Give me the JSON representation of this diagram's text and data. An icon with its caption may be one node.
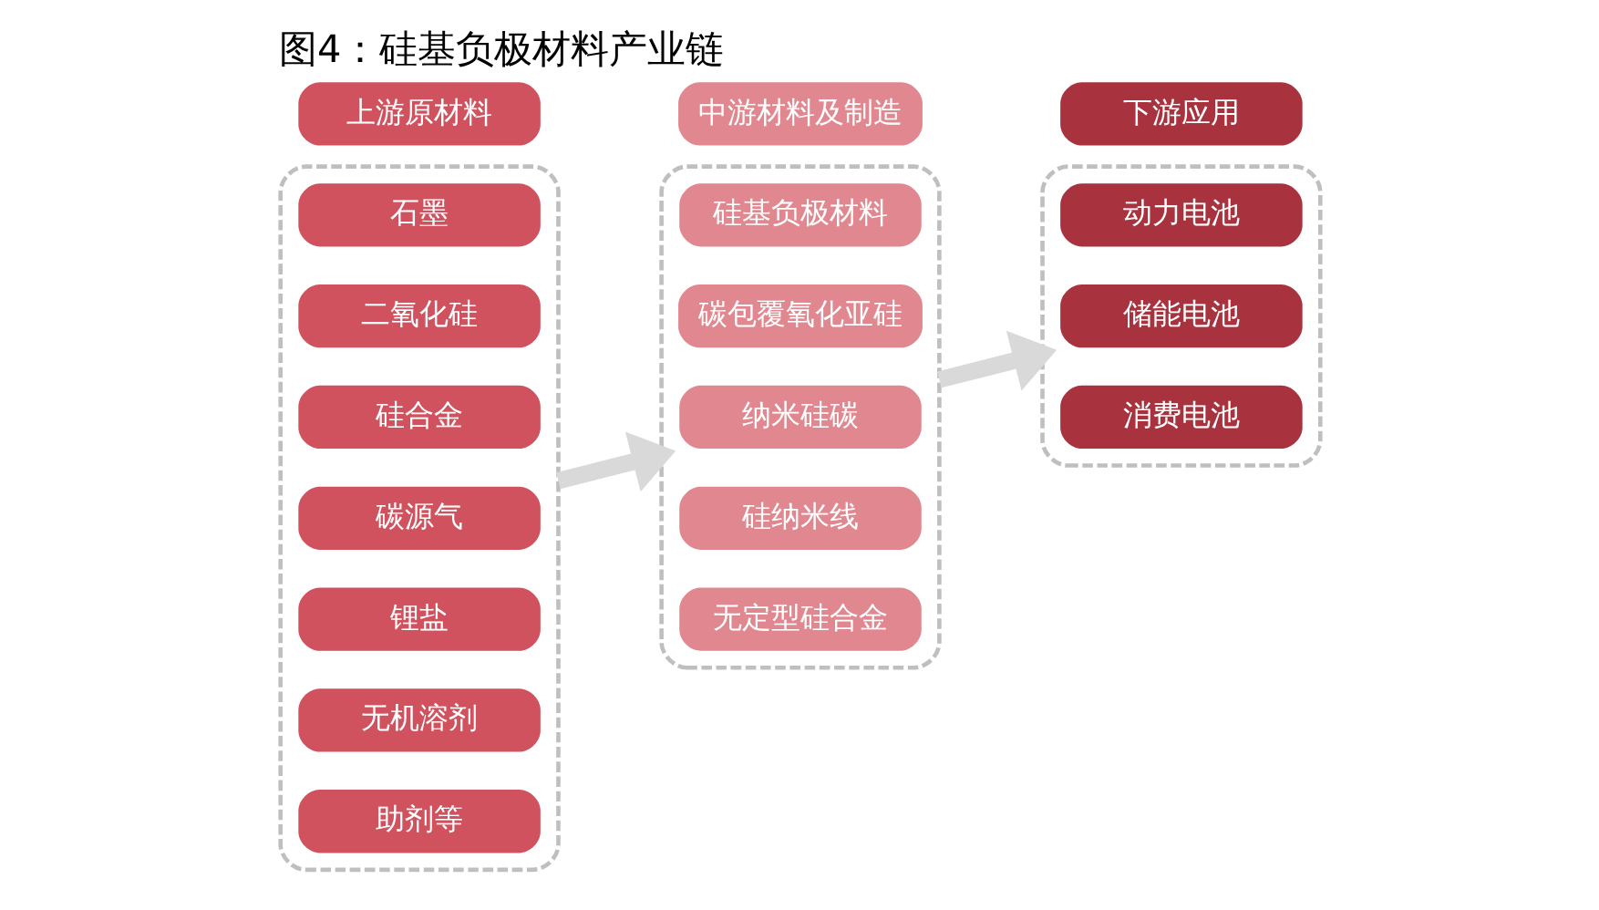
{
  "diagram": {
    "title": "图4：硅基负极材料产业链",
    "nodes": [
      {
        "text": [
          "上游原材料"
        ]
      },
      {
        "text": [],
        "shape": "box"
      },
      {
        "text": [
          "石墨"
        ],
        "in": 1
      },
      {
        "text": [
          "二氧化硅"
        ],
        "in": 1
      },
      {
        "text": [
          "硅合金"
        ],
        "in": 1
      },
      {
        "text": [
          "碳源气"
        ],
        "in": 1
      },
      {
        "text": [
          "锂盐"
        ],
        "in": 1
      },
      {
        "text": [
          "无机溶剂"
        ],
        "in": 1
      },
      {
        "text": [
          "助剂等"
        ],
        "in": 1
      },
      {
        "text": [
          "中游材料及制造"
        ]
      },
      {
        "text": [],
        "shape": "box"
      },
      {
        "text": [
          "硅基负极材料"
        ],
        "in": 10
      },
      {
        "text": [
          "碳包覆氧化亚硅"
        ],
        "in": 10
      },
      {
        "text": [
          "纳米硅碳"
        ],
        "in": 10
      },
      {
        "text": [
          "硅纳米线"
        ],
        "in": 10
      },
      {
        "text": [
          "无定型硅合金"
        ],
        "in": 10
      },
      {
        "text": [
          "下游应用"
        ]
      },
      {
        "text": [],
        "shape": "box"
      },
      {
        "text": [
          "动力电池"
        ],
        "in": 17
      },
      {
        "text": [
          "储能电池"
        ],
        "in": 17
      },
      {
        "text": [
          "消费电池"
        ],
        "in": 17
      }
    ],
    "edges": [
      {
        "from": 1,
        "to": 10,
        "arrow": "to"
      },
      {
        "from": 10,
        "to": 17,
        "arrow": "to"
      }
    ]
  }
}
